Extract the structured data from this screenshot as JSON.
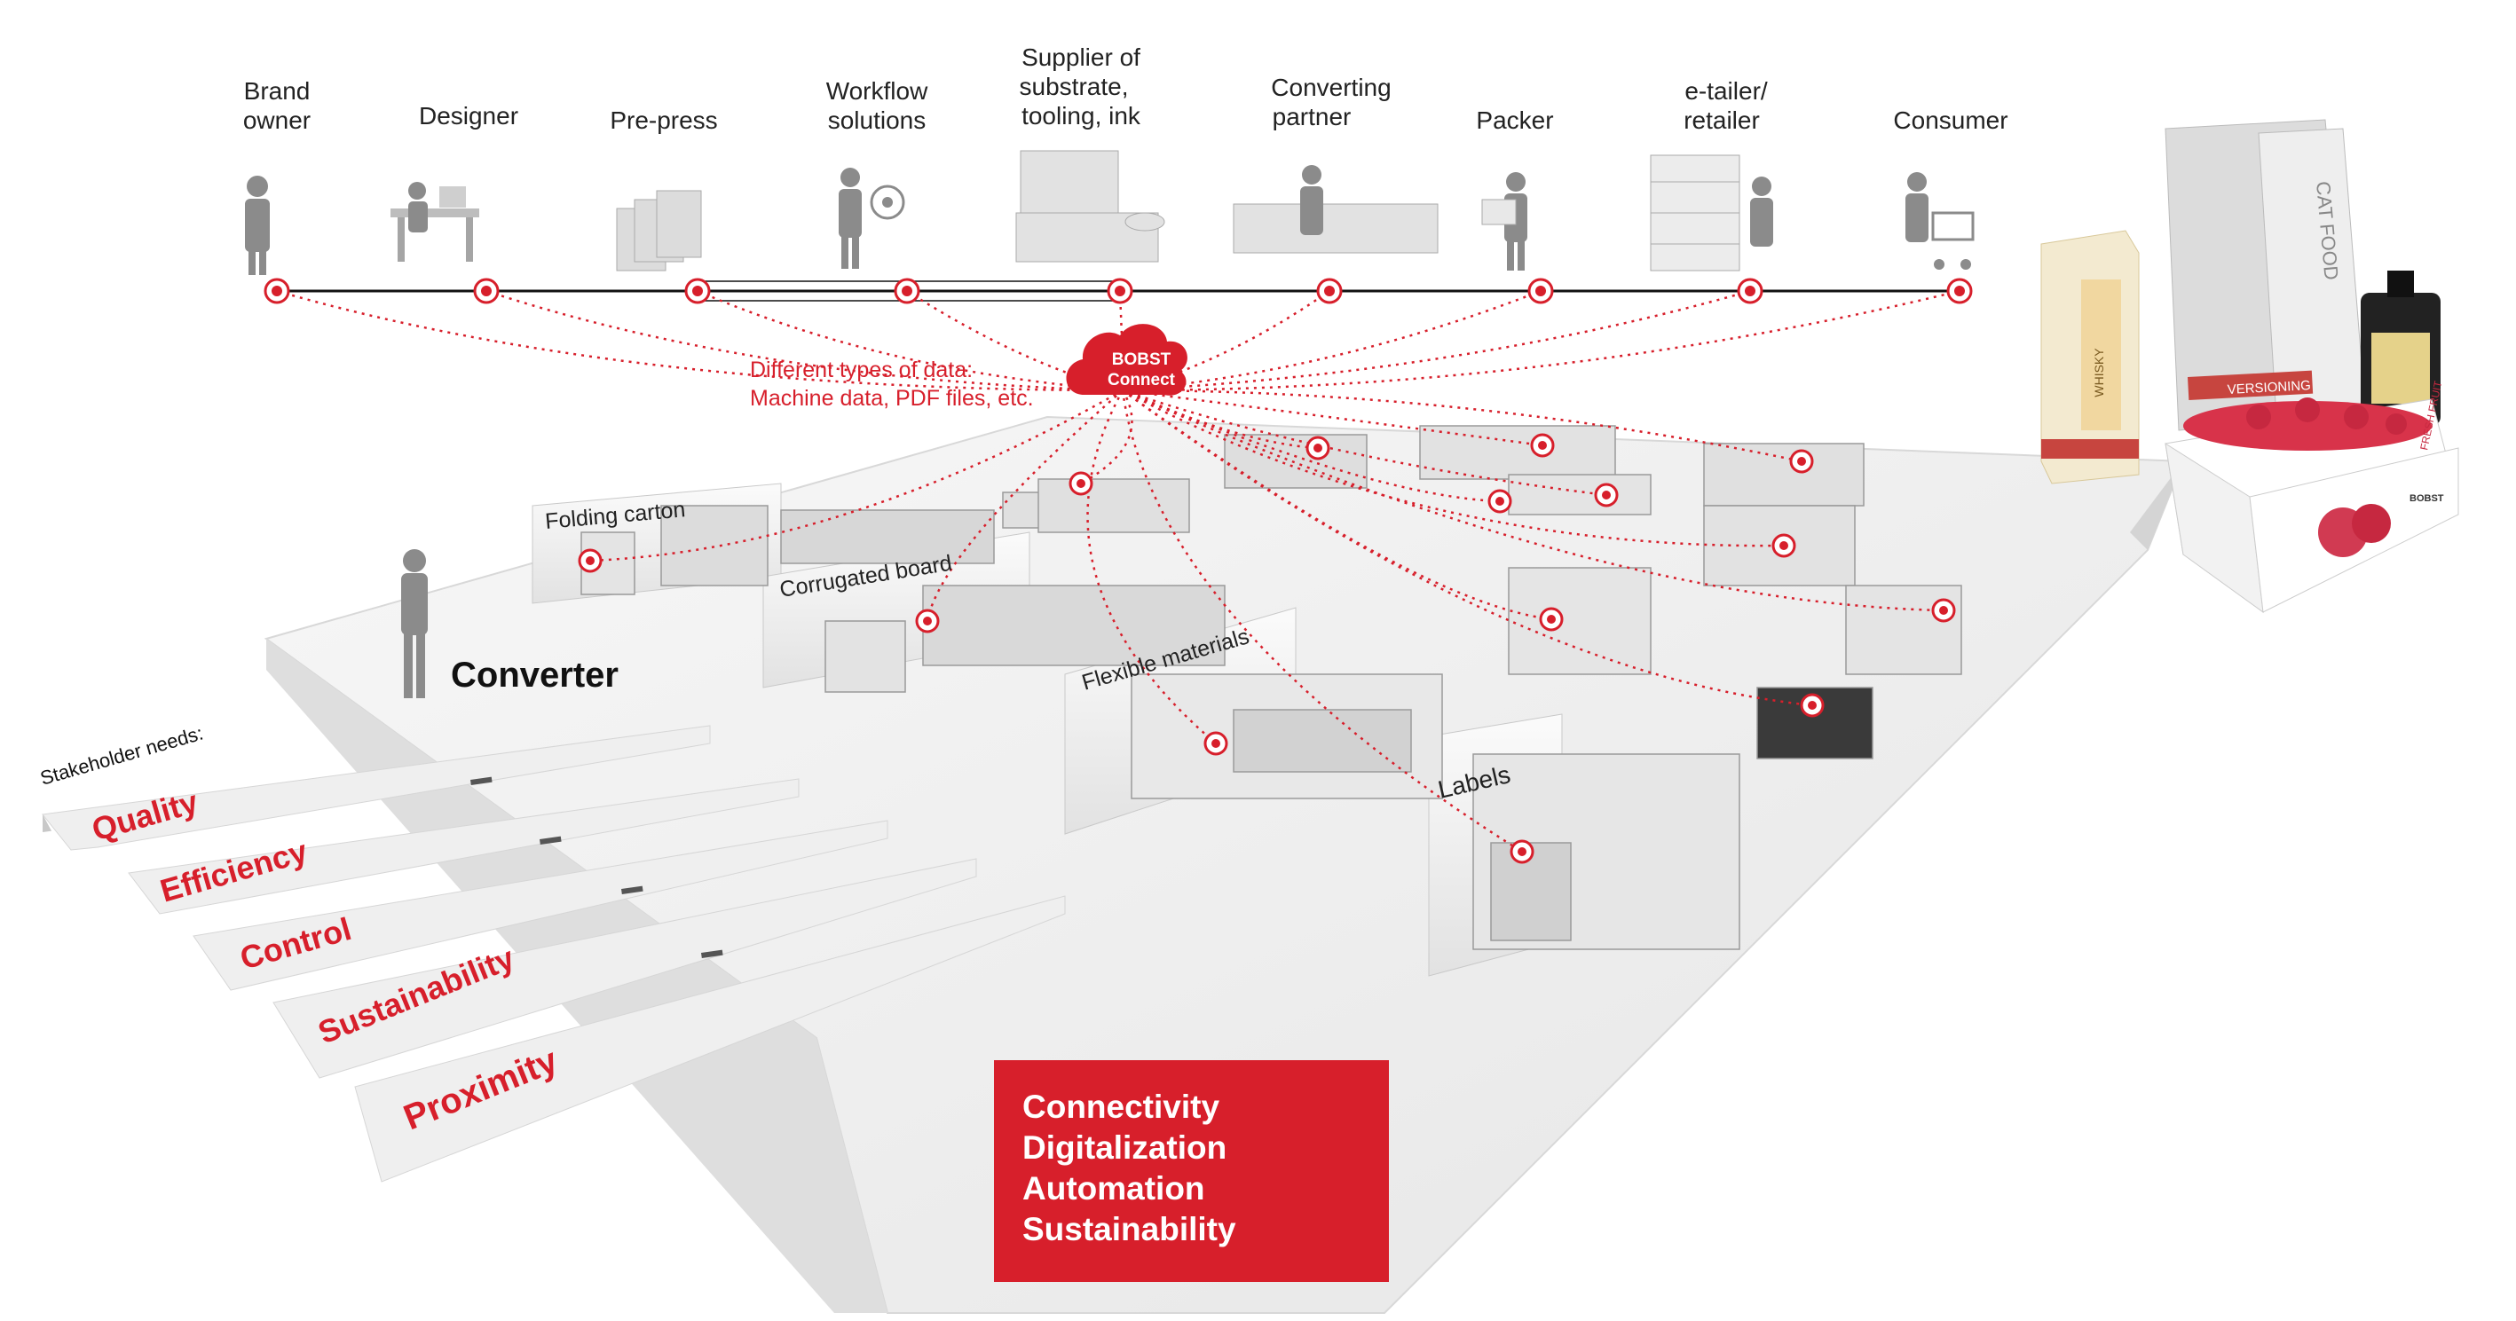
{
  "stakeholders": [
    {
      "lines": [
        "Brand",
        "owner"
      ],
      "icon": "brand-owner-icon"
    },
    {
      "lines": [
        "Designer"
      ],
      "icon": "designer-icon"
    },
    {
      "lines": [
        "Pre-press"
      ],
      "icon": "pre-press-icon"
    },
    {
      "lines": [
        "Workflow",
        "solutions"
      ],
      "icon": "workflow-icon"
    },
    {
      "lines": [
        "Supplier of",
        "substrate,",
        "tooling, ink"
      ],
      "icon": "supplier-icon"
    },
    {
      "lines": [
        "Converting",
        "partner"
      ],
      "icon": "converting-partner-icon"
    },
    {
      "lines": [
        "Packer"
      ],
      "icon": "packer-icon"
    },
    {
      "lines": [
        "e-tailer/",
        "retailer"
      ],
      "icon": "retailer-icon"
    },
    {
      "lines": [
        "Consumer"
      ],
      "icon": "consumer-icon"
    }
  ],
  "hub": {
    "line1": "BOBST",
    "line2": "Connect"
  },
  "data_callout": {
    "line1": "Different types of data:",
    "line2": "Machine data, PDF files, etc."
  },
  "zones": {
    "folding_carton": "Folding carton",
    "corrugated_board": "Corrugated board",
    "flexible_materials": "Flexible materials",
    "labels": "Labels"
  },
  "converter": "Converter",
  "needs": {
    "title": "Stakeholder needs:",
    "items": [
      "Quality",
      "Efficiency",
      "Control",
      "Sustainability",
      "Proximity"
    ]
  },
  "pillars": [
    "Connectivity",
    "Digitalization",
    "Automation",
    "Sustainability"
  ],
  "packaging": {
    "cat_food": "CAT FOOD",
    "versioning": "VERSIONING",
    "whisky": "WHISKY",
    "fresh_fruit": "FRESH FRUIT",
    "brand": "BOBST"
  },
  "colors": {
    "accent": "#d71f2b",
    "timeline": "#111111",
    "floor": "#f1f1f1"
  }
}
